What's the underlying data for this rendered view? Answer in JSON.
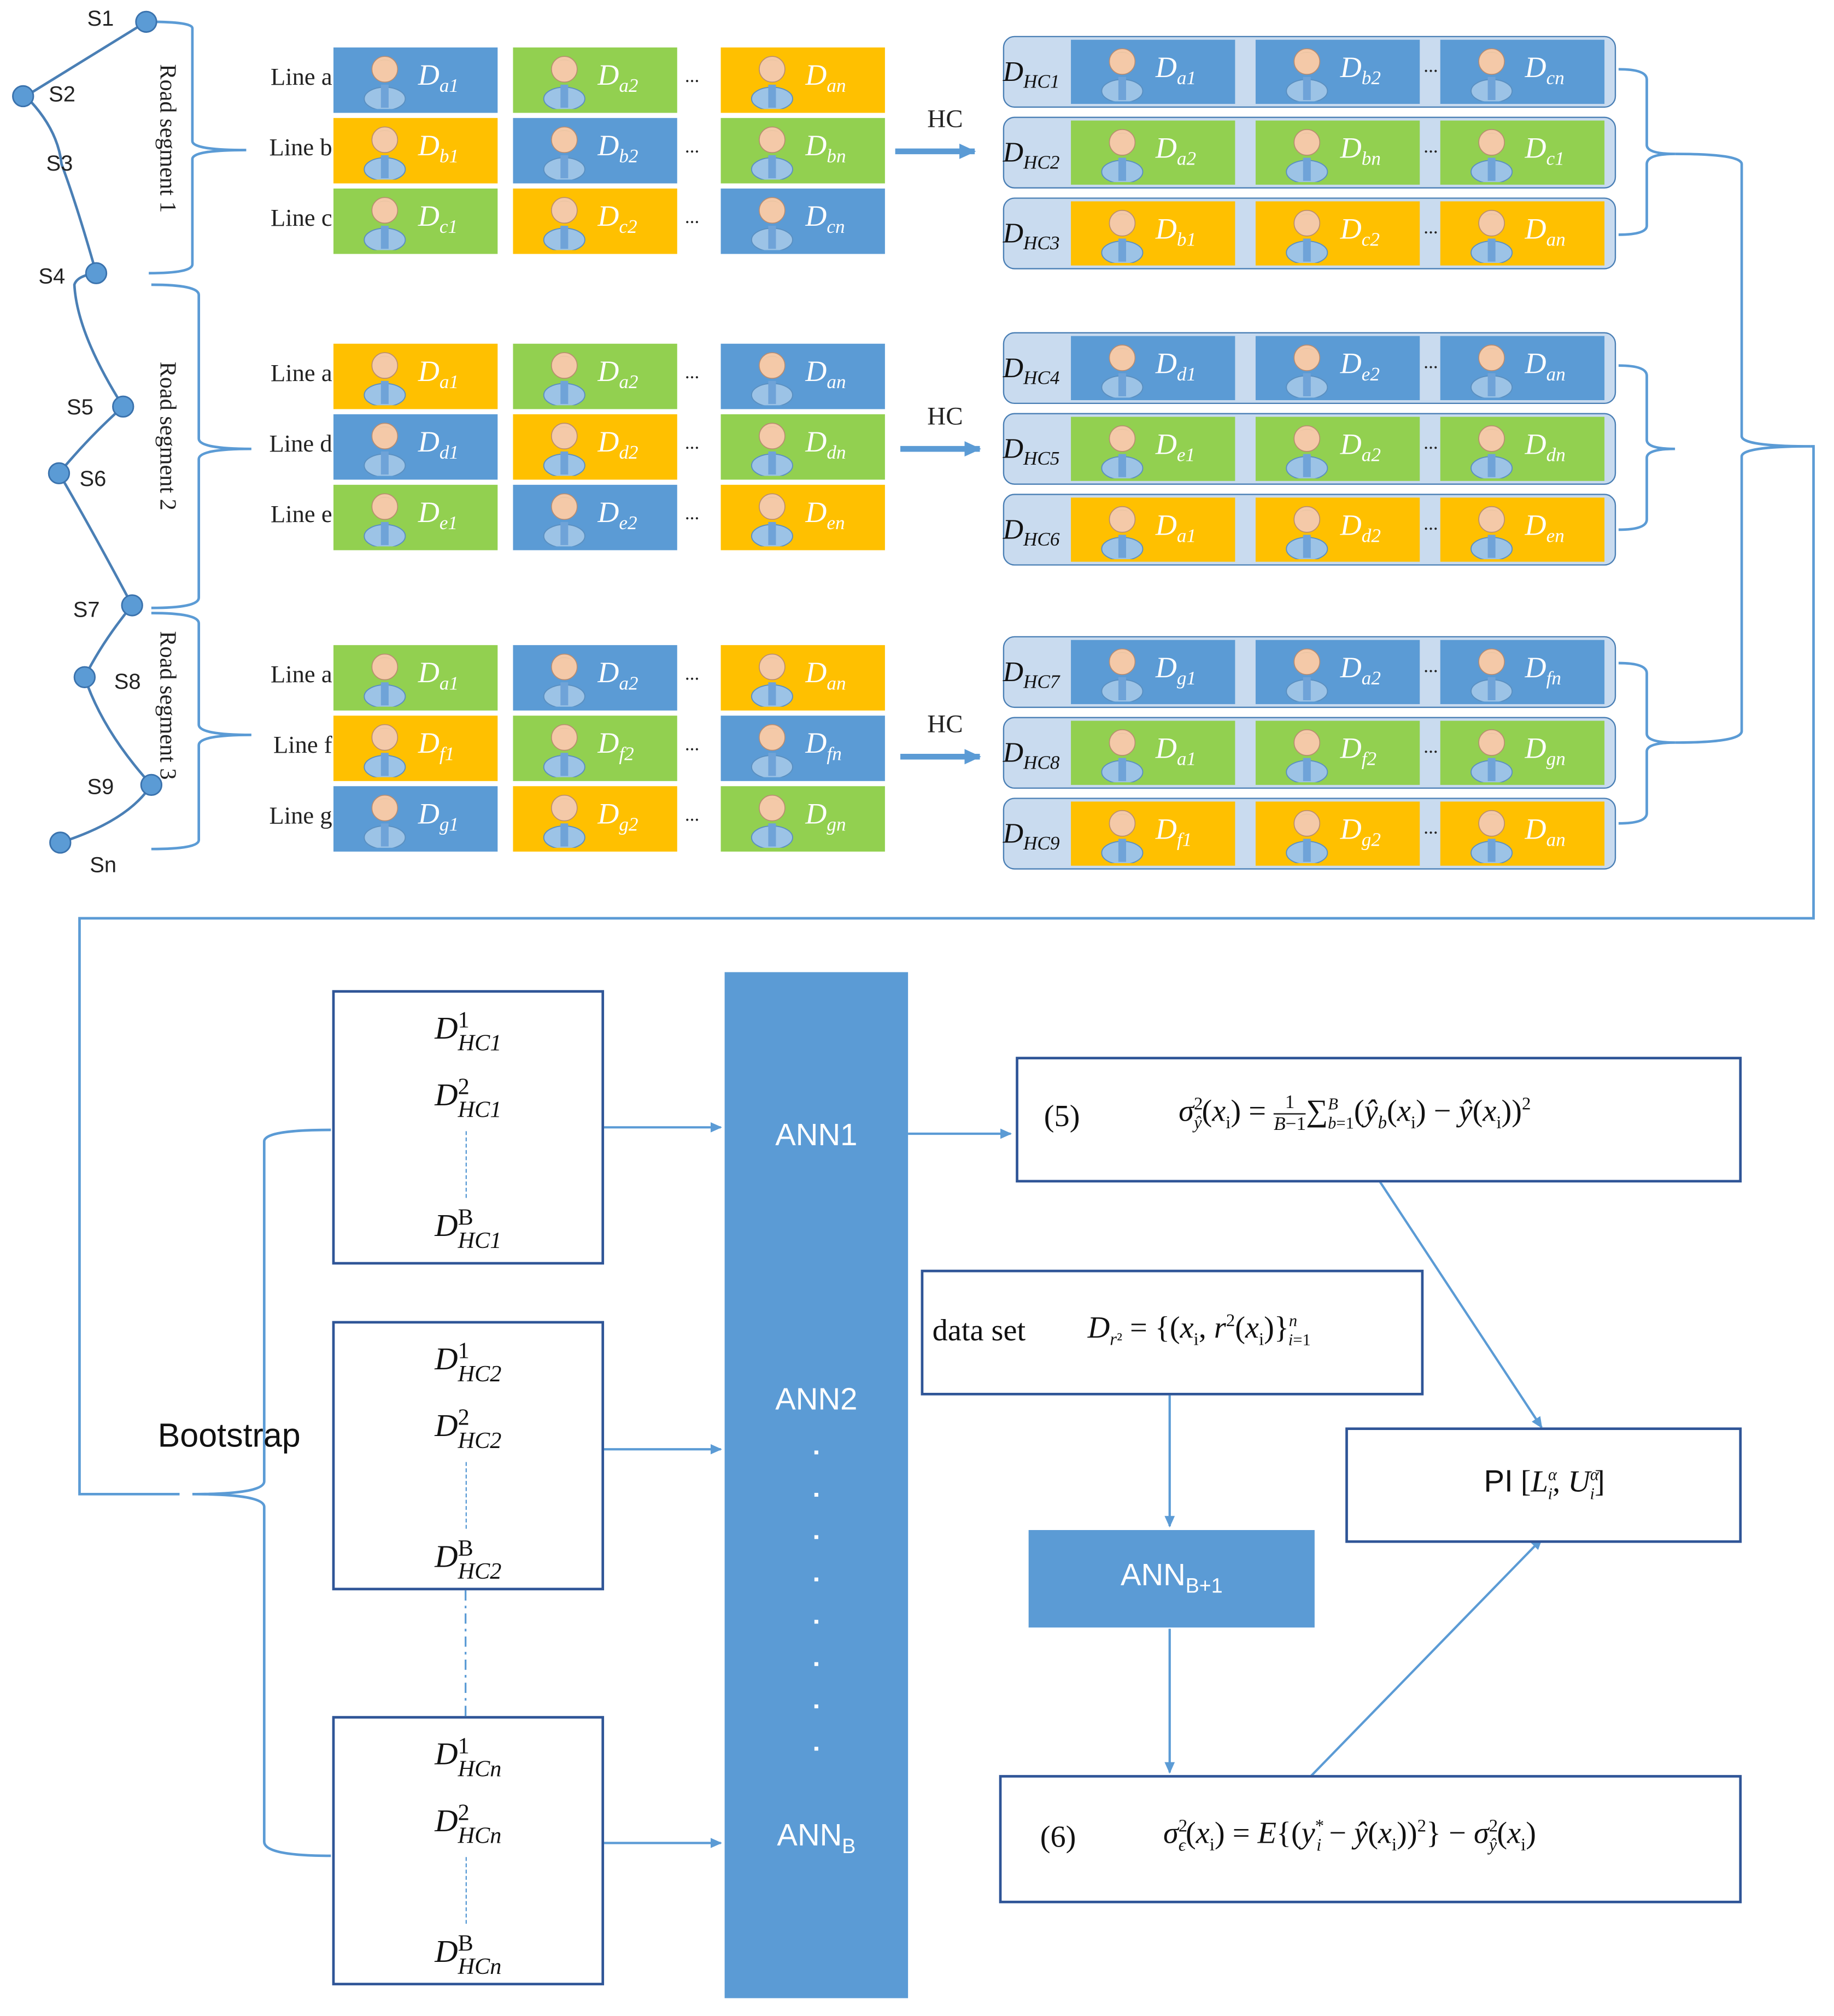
{
  "stops": [
    "S1",
    "S2",
    "S3",
    "S4",
    "S5",
    "S6",
    "S7",
    "S8",
    "S9",
    "Sn"
  ],
  "segments": [
    "Road segment 1",
    "Road segment 2",
    "Road segment 3"
  ],
  "colors": {
    "blue": "#5b9bd5",
    "green": "#92d050",
    "orange": "#ffc000",
    "line": "#5b9bd5",
    "box": "#2f5597",
    "hc_bg": "#c9dbef"
  },
  "groups": [
    {
      "hc_label": "HC",
      "lines": [
        {
          "name": "Line a",
          "cells": [
            {
              "base": "D",
              "sub": "a1",
              "color": "blue"
            },
            {
              "base": "D",
              "sub": "a2",
              "color": "green"
            },
            {
              "base": "D",
              "sub": "an",
              "color": "orange"
            }
          ]
        },
        {
          "name": "Line b",
          "cells": [
            {
              "base": "D",
              "sub": "b1",
              "color": "orange"
            },
            {
              "base": "D",
              "sub": "b2",
              "color": "blue"
            },
            {
              "base": "D",
              "sub": "bn",
              "color": "green"
            }
          ]
        },
        {
          "name": "Line c",
          "cells": [
            {
              "base": "D",
              "sub": "c1",
              "color": "green"
            },
            {
              "base": "D",
              "sub": "c2",
              "color": "orange"
            },
            {
              "base": "D",
              "sub": "cn",
              "color": "blue"
            }
          ]
        }
      ],
      "hc_rows": [
        {
          "base": "D",
          "sub": "HC1",
          "cells": [
            {
              "base": "D",
              "sub": "a1",
              "color": "blue"
            },
            {
              "base": "D",
              "sub": "b2",
              "color": "blue"
            },
            {
              "base": "D",
              "sub": "cn",
              "color": "blue"
            }
          ]
        },
        {
          "base": "D",
          "sub": "HC2",
          "cells": [
            {
              "base": "D",
              "sub": "a2",
              "color": "green"
            },
            {
              "base": "D",
              "sub": "bn",
              "color": "green"
            },
            {
              "base": "D",
              "sub": "c1",
              "color": "green"
            }
          ]
        },
        {
          "base": "D",
          "sub": "HC3",
          "cells": [
            {
              "base": "D",
              "sub": "b1",
              "color": "orange"
            },
            {
              "base": "D",
              "sub": "c2",
              "color": "orange"
            },
            {
              "base": "D",
              "sub": "an",
              "color": "orange"
            }
          ]
        }
      ]
    },
    {
      "hc_label": "HC",
      "lines": [
        {
          "name": "Line a",
          "cells": [
            {
              "base": "D",
              "sub": "a1",
              "color": "orange"
            },
            {
              "base": "D",
              "sub": "a2",
              "color": "green"
            },
            {
              "base": "D",
              "sub": "an",
              "color": "blue"
            }
          ]
        },
        {
          "name": "Line d",
          "cells": [
            {
              "base": "D",
              "sub": "d1",
              "color": "blue"
            },
            {
              "base": "D",
              "sub": "d2",
              "color": "orange"
            },
            {
              "base": "D",
              "sub": "dn",
              "color": "green"
            }
          ]
        },
        {
          "name": "Line e",
          "cells": [
            {
              "base": "D",
              "sub": "e1",
              "color": "green"
            },
            {
              "base": "D",
              "sub": "e2",
              "color": "blue"
            },
            {
              "base": "D",
              "sub": "en",
              "color": "orange"
            }
          ]
        }
      ],
      "hc_rows": [
        {
          "base": "D",
          "sub": "HC4",
          "cells": [
            {
              "base": "D",
              "sub": "d1",
              "color": "blue"
            },
            {
              "base": "D",
              "sub": "e2",
              "color": "blue"
            },
            {
              "base": "D",
              "sub": "an",
              "color": "blue"
            }
          ]
        },
        {
          "base": "D",
          "sub": "HC5",
          "cells": [
            {
              "base": "D",
              "sub": "e1",
              "color": "green"
            },
            {
              "base": "D",
              "sub": "a2",
              "color": "green"
            },
            {
              "base": "D",
              "sub": "dn",
              "color": "green"
            }
          ]
        },
        {
          "base": "D",
          "sub": "HC6",
          "cells": [
            {
              "base": "D",
              "sub": "a1",
              "color": "orange"
            },
            {
              "base": "D",
              "sub": "d2",
              "color": "orange"
            },
            {
              "base": "D",
              "sub": "en",
              "color": "orange"
            }
          ]
        }
      ]
    },
    {
      "hc_label": "HC",
      "lines": [
        {
          "name": "Line a",
          "cells": [
            {
              "base": "D",
              "sub": "a1",
              "color": "green"
            },
            {
              "base": "D",
              "sub": "a2",
              "color": "blue"
            },
            {
              "base": "D",
              "sub": "an",
              "color": "orange"
            }
          ]
        },
        {
          "name": "Line f",
          "cells": [
            {
              "base": "D",
              "sub": "f1",
              "color": "orange"
            },
            {
              "base": "D",
              "sub": "f2",
              "color": "green"
            },
            {
              "base": "D",
              "sub": "fn",
              "color": "blue"
            }
          ]
        },
        {
          "name": "Line g",
          "cells": [
            {
              "base": "D",
              "sub": "g1",
              "color": "blue"
            },
            {
              "base": "D",
              "sub": "g2",
              "color": "orange"
            },
            {
              "base": "D",
              "sub": "gn",
              "color": "green"
            }
          ]
        }
      ],
      "hc_rows": [
        {
          "base": "D",
          "sub": "HC7",
          "cells": [
            {
              "base": "D",
              "sub": "g1",
              "color": "blue"
            },
            {
              "base": "D",
              "sub": "a2",
              "color": "blue"
            },
            {
              "base": "D",
              "sub": "fn",
              "color": "blue"
            }
          ]
        },
        {
          "base": "D",
          "sub": "HC8",
          "cells": [
            {
              "base": "D",
              "sub": "a1",
              "color": "green"
            },
            {
              "base": "D",
              "sub": "f2",
              "color": "green"
            },
            {
              "base": "D",
              "sub": "gn",
              "color": "green"
            }
          ]
        },
        {
          "base": "D",
          "sub": "HC9",
          "cells": [
            {
              "base": "D",
              "sub": "f1",
              "color": "orange"
            },
            {
              "base": "D",
              "sub": "g2",
              "color": "orange"
            },
            {
              "base": "D",
              "sub": "an",
              "color": "orange"
            }
          ]
        }
      ]
    }
  ],
  "ellipsis": "...",
  "bootstrap_label": "Bootstrap",
  "bootstrap_sets": [
    {
      "items": [
        {
          "base": "D",
          "sup": "1",
          "sub": "HC1"
        },
        {
          "base": "D",
          "sup": "2",
          "sub": "HC1"
        },
        {
          "base": "D",
          "sup": "B",
          "sub": "HC1"
        }
      ]
    },
    {
      "items": [
        {
          "base": "D",
          "sup": "1",
          "sub": "HC2"
        },
        {
          "base": "D",
          "sup": "2",
          "sub": "HC2"
        },
        {
          "base": "D",
          "sup": "B",
          "sub": "HC2"
        }
      ]
    },
    {
      "items": [
        {
          "base": "D",
          "sup": "1",
          "sub": "HCn"
        },
        {
          "base": "D",
          "sup": "2",
          "sub": "HCn"
        },
        {
          "base": "D",
          "sup": "B",
          "sub": "HCn"
        }
      ]
    }
  ],
  "ann": {
    "ann1": "ANN1",
    "ann2": "ANN2",
    "annb_base": "ANN",
    "annb_sub": "B"
  },
  "ann_b1": {
    "base": "ANN",
    "sub": "B+1"
  },
  "eq5": {
    "number": "(5)"
  },
  "eq6": {
    "number": "(6)"
  },
  "dataset": {
    "label": "data set"
  },
  "pi": {
    "label": "PI"
  }
}
